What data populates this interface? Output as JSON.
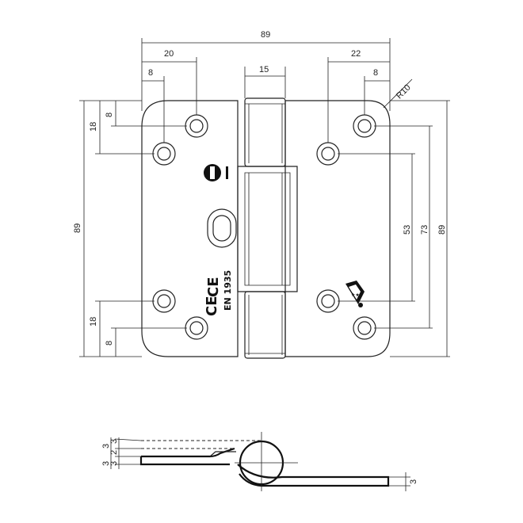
{
  "front_view": {
    "dimensions": {
      "overall_width": "89",
      "left_hole_spacing": "20",
      "left_hole_inset": "8",
      "knuckle_width": "15",
      "right_hole_spacing": "22",
      "right_hole_inset": "8",
      "corner_radius": "R10",
      "left_top_vertical": "18",
      "left_top_small": "8",
      "left_overall_height": "89",
      "left_bottom_vertical": "18",
      "left_bottom_small": "8",
      "right_inner_vertical": "53",
      "right_mid_vertical": "73",
      "right_overall_height": "89"
    },
    "markings": {
      "ce_mark": "CE",
      "standard": "EN 1935"
    }
  },
  "side_view": {
    "dimensions": {
      "stack_a": "3",
      "stack_b": "3",
      "stack_c": "2",
      "stack_d": "3",
      "stack_e": "3",
      "leaf_thickness": "3"
    }
  }
}
